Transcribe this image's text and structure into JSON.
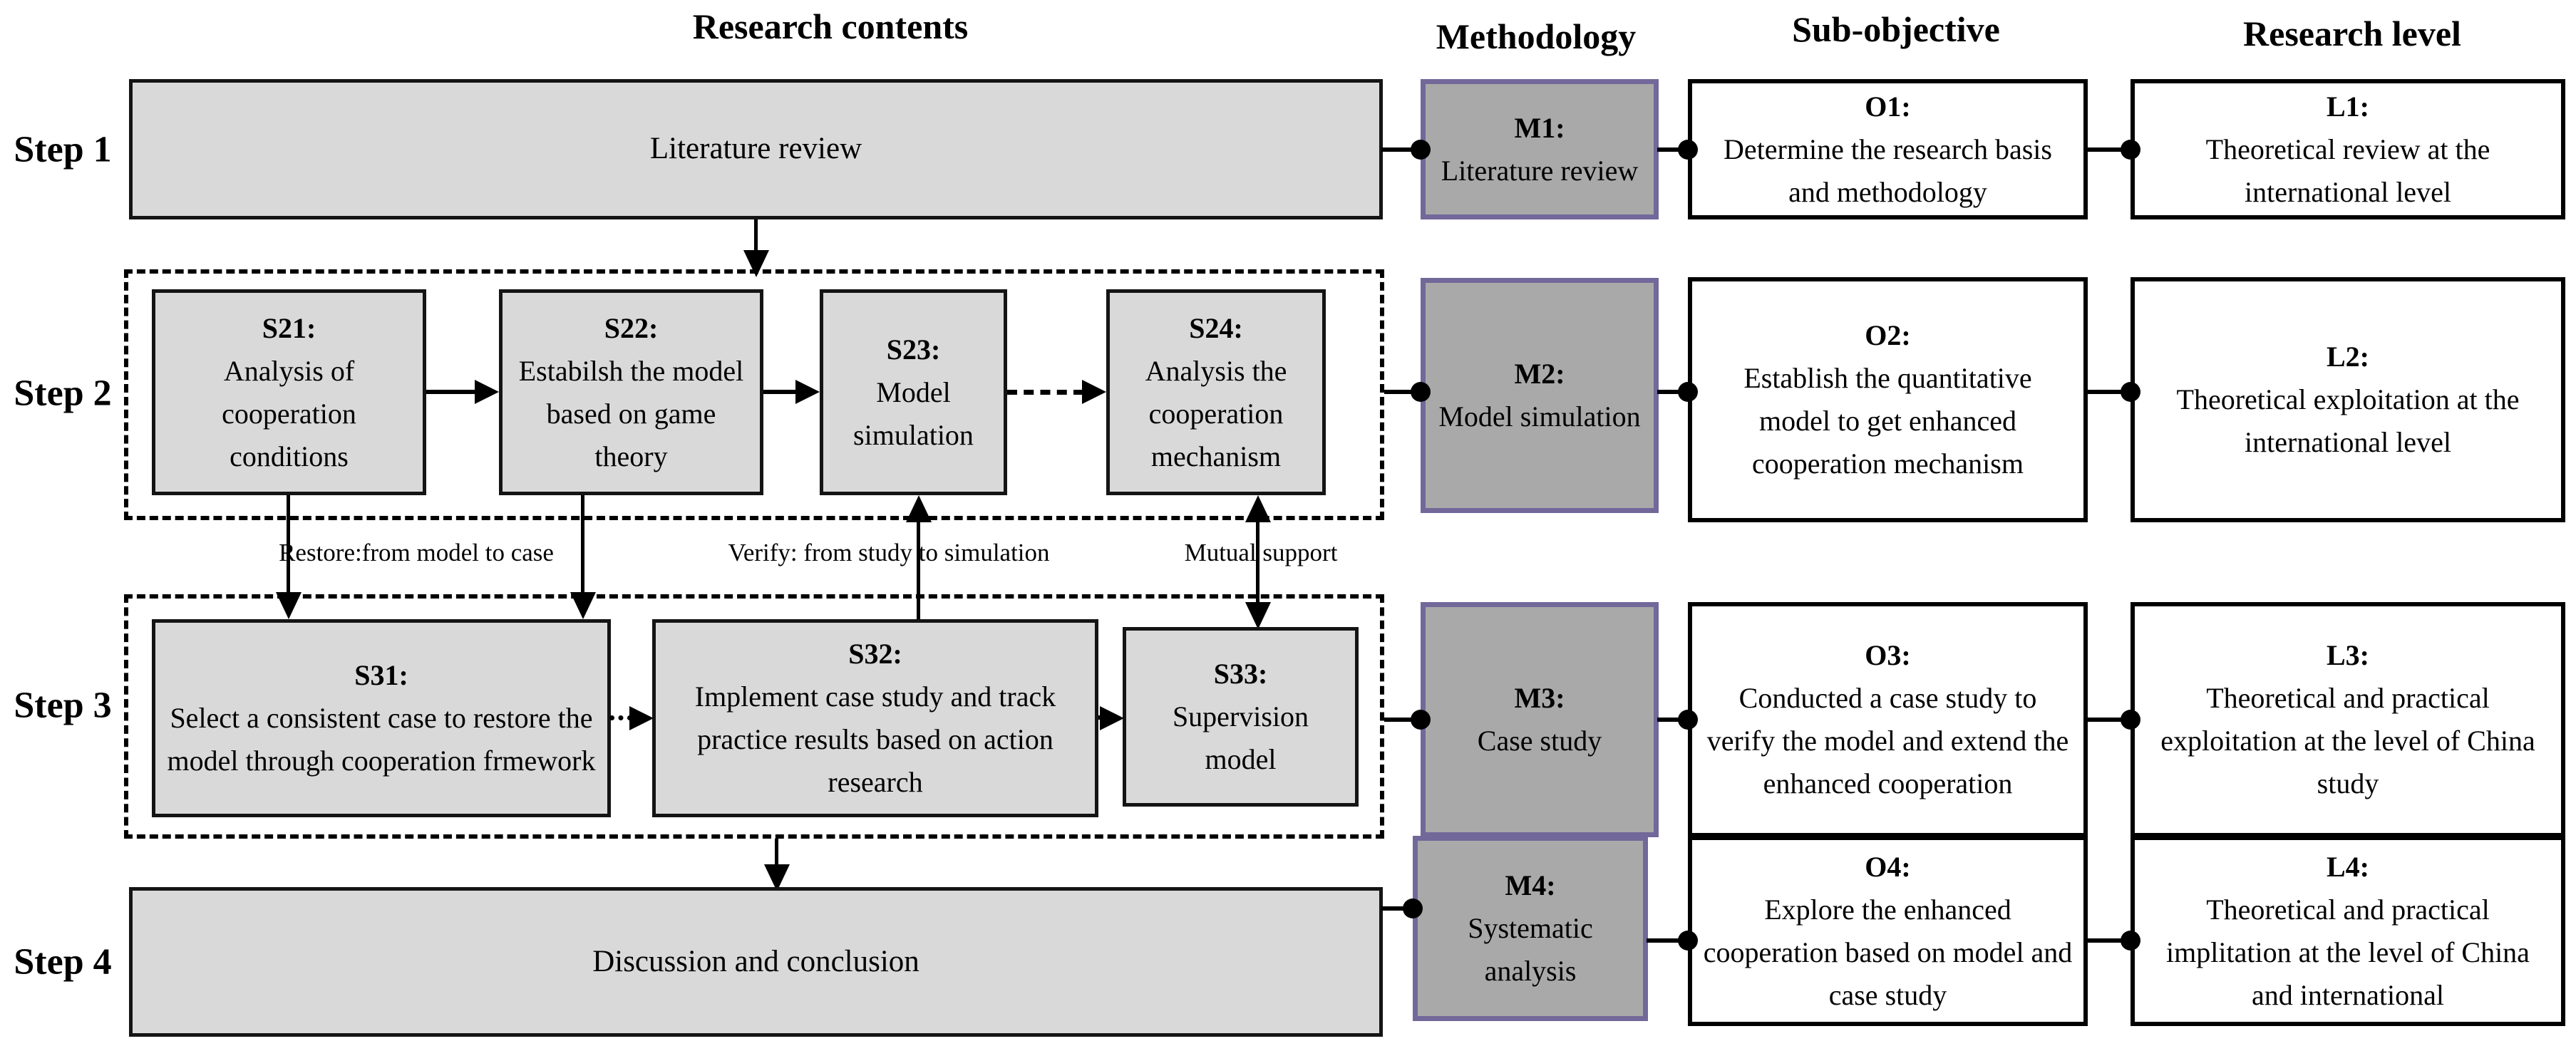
{
  "title_row": {
    "research_contents": "Research contents",
    "methodology": "Methodology",
    "sub_objective": "Sub-objective",
    "research_level": "Research level"
  },
  "step_labels": [
    "Step 1",
    "Step 2",
    "Step 3",
    "Step 4"
  ],
  "content_boxes": {
    "literature_review": "Literature review",
    "discussion": "Discussion and conclusion"
  },
  "step2_boxes": [
    {
      "id": "S21:",
      "text": "Analysis of cooperation conditions"
    },
    {
      "id": "S22:",
      "text": "Estabilsh the model based on game theory"
    },
    {
      "id": "S23:",
      "text": "Model simulation"
    },
    {
      "id": "S24:",
      "text": "Analysis the cooperation mechanism"
    }
  ],
  "step3_boxes": [
    {
      "id": "S31:",
      "text": "Select a consistent case to restore the model through cooperation frmework"
    },
    {
      "id": "S32:",
      "text": "Implement case study and track practice results based on action research"
    },
    {
      "id": "S33:",
      "text": "Supervision model"
    }
  ],
  "annotations": {
    "restore": "Restore:from model to case",
    "verify": "Verify: from study to simulation",
    "mutual_support": "Mutual support"
  },
  "methodology_boxes": [
    {
      "id": "M1:",
      "text": "Literature review"
    },
    {
      "id": "M2:",
      "text": "Model simulation"
    },
    {
      "id": "M3:",
      "text": "Case study"
    },
    {
      "id": "M4:",
      "text": "Systematic analysis"
    }
  ],
  "sub_objective_boxes": [
    {
      "id": "O1:",
      "text": "Determine the research basis and methodology"
    },
    {
      "id": "O2:",
      "text": "Establish the quantitative model to get enhanced cooperation mechanism"
    },
    {
      "id": "O3:",
      "text": "Conducted a case study to verify the model and extend the enhanced cooperation"
    },
    {
      "id": "O4:",
      "text": "Explore the enhanced cooperation based on model and case study"
    }
  ],
  "research_level_boxes": [
    {
      "id": "L1:",
      "text": "Theoretical review at the international level"
    },
    {
      "id": "L2:",
      "text": "Theoretical exploitation at the international level"
    },
    {
      "id": "L3:",
      "text": "Theoretical and practical exploitation at the level of China study"
    },
    {
      "id": "L4:",
      "text": "Theoretical and practical implitation at the level of China and international"
    }
  ],
  "colors": {
    "light_box_fill": "#d9d9d9",
    "method_box_fill": "#a9a9a9",
    "method_box_border": "#72689a",
    "box_border": "#000000",
    "line_color": "#000000"
  }
}
